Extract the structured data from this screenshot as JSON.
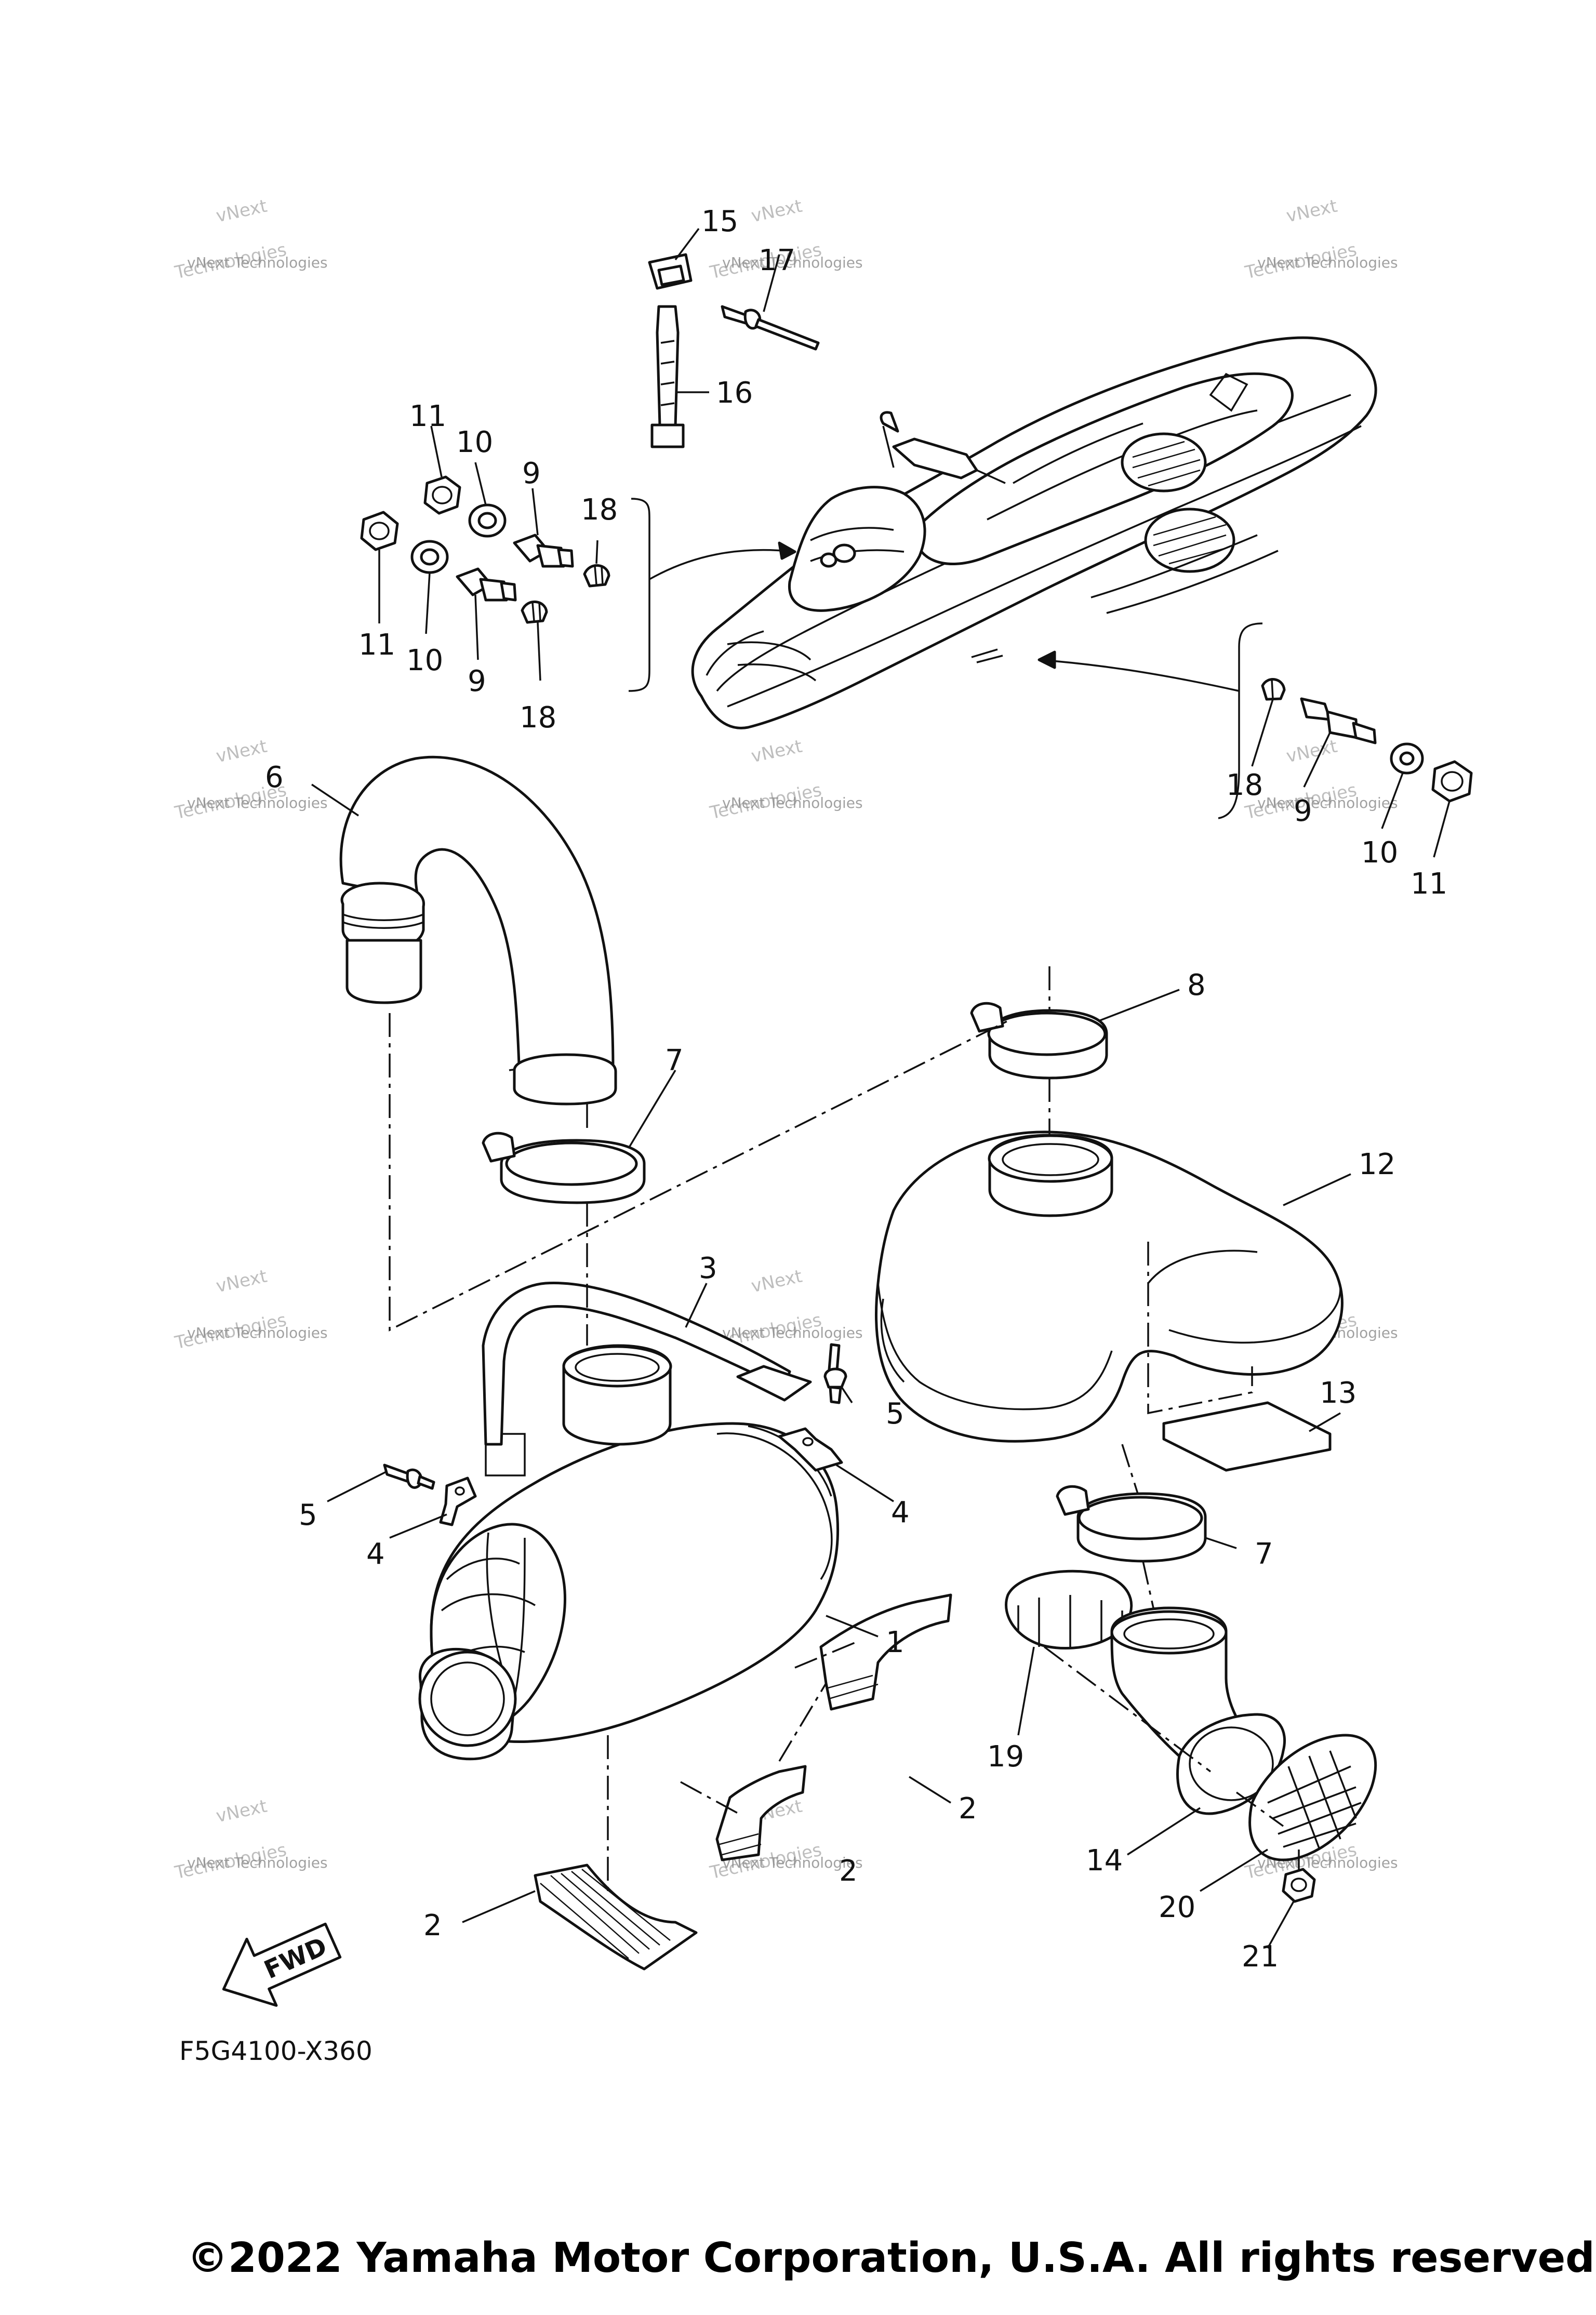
{
  "diagram_code": "F5G4100-X360",
  "fwd_label": "FWD",
  "copyright": "©2022 Yamaha Motor Corporation, U.S.A. All rights reserved.",
  "watermark": {
    "line1": "vNext",
    "line2": "Technologies",
    "line3": "vNext Technologies"
  },
  "callouts": {
    "c1": "1",
    "c2a": "2",
    "c2b": "2",
    "c2c": "2",
    "c3": "3",
    "c4a": "4",
    "c4b": "4",
    "c5a": "5",
    "c5b": "5",
    "c6": "6",
    "c7a": "7",
    "c7b": "7",
    "c8": "8",
    "c9a": "9",
    "c9b": "9",
    "c9c": "9",
    "c10a": "10",
    "c10b": "10",
    "c10c": "10",
    "c11a": "11",
    "c11b": "11",
    "c11c": "11",
    "c12": "12",
    "c13": "13",
    "c14": "14",
    "c15": "15",
    "c16": "16",
    "c17": "17",
    "c18a": "18",
    "c18b": "18",
    "c18c": "18",
    "c19": "19",
    "c20": "20",
    "c21": "21"
  }
}
